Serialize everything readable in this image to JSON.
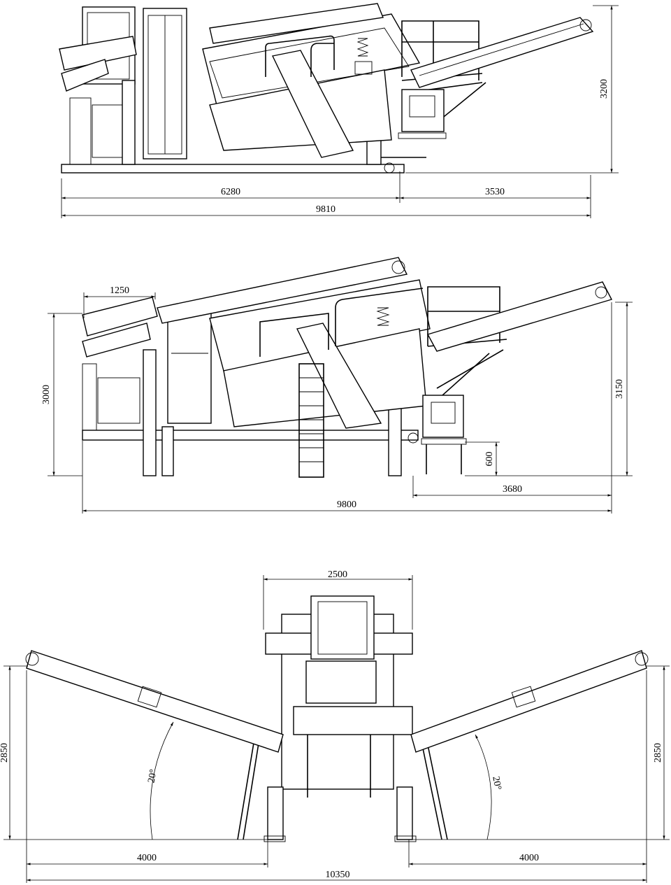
{
  "views": {
    "top": {
      "dims": {
        "section_left": "6280",
        "section_right": "3530",
        "overall_length": "9810",
        "height": "3200"
      }
    },
    "middle": {
      "dims": {
        "feeder_length": "1250",
        "height_left": "3000",
        "clearance": "600",
        "discharge_length": "3680",
        "overall_length": "9800",
        "height_right": "3150"
      }
    },
    "bottom": {
      "dims": {
        "width": "2500",
        "height_left": "2850",
        "height_right": "2850",
        "angle_left": "20°",
        "angle_right": "20°",
        "reach_left": "4000",
        "reach_right": "4000",
        "overall_width": "10350"
      }
    }
  }
}
